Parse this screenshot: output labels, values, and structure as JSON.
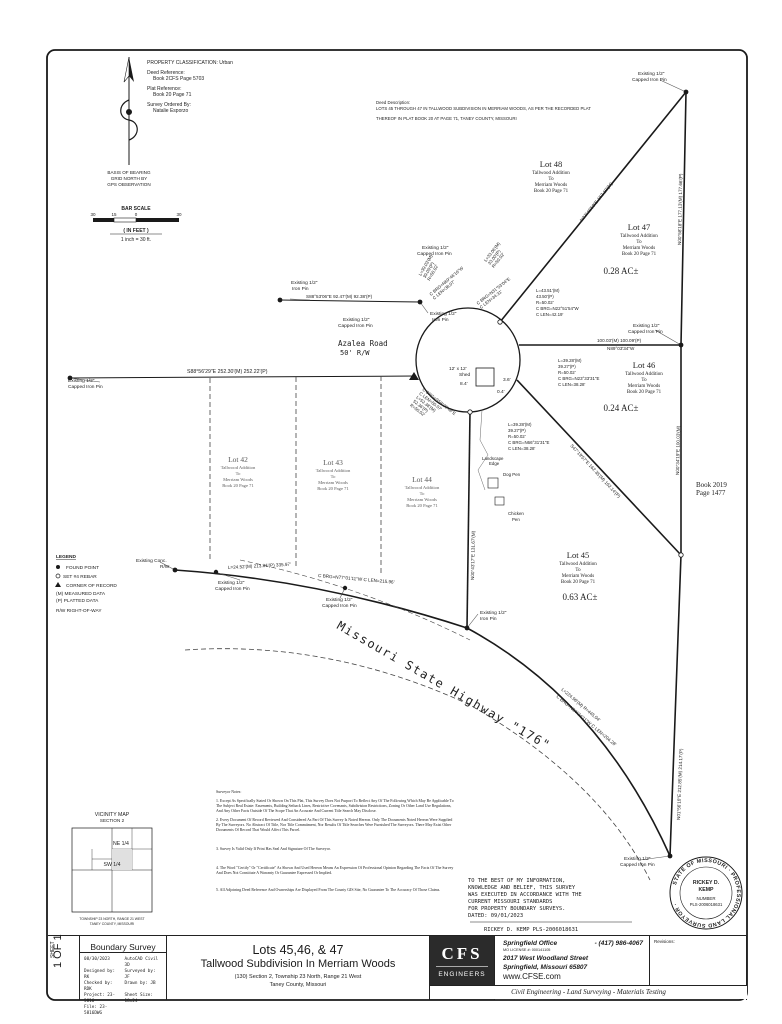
{
  "header": {
    "property_classification": "PROPERTY CLASSIFICATION:  Urban",
    "deed_reference_label": "Deed Reference:",
    "deed_reference": "Book 2CFS Page 5703",
    "plat_reference_label": "Plat Reference:",
    "plat_reference": "Book 20 Page 71",
    "survey_ordered_label": "Survey Ordered By:",
    "survey_ordered_by": "Natalie Esporzo"
  },
  "deed_description": {
    "label": "Deed Description:",
    "line1": "LOTS 45 THROUGH 47 IN TALLWOOD SUBDIVISION IN MERRIAM WOODS, AS PER THE RECORDED PLAT",
    "line2": "THEREOF IN PLAT BOOK 20 AT PAGE 71, TANEY COUNTY, MISSOURI"
  },
  "basis_of_bearing": [
    "BASIS OF BEARING",
    "GRID NORTH BY",
    "GPS OBSERVATION"
  ],
  "bar_scale": {
    "title": "BAR SCALE",
    "ticks": [
      "30",
      "15",
      "0",
      "30"
    ],
    "units": "( IN FEET )",
    "ratio": "1 inch = 30  ft."
  },
  "road": {
    "name": "Azalea  Road",
    "width": "50' R/W"
  },
  "highway": "Missouri State Highway \"176\"",
  "book_ref": [
    "Book 2019",
    "Page 1477"
  ],
  "lots": [
    {
      "id": "lot48",
      "name": "Lot 48",
      "addition": "Tallwood Addition",
      "to": "To",
      "place": "Merriam Woods",
      "book": "Book 20 Page 71"
    },
    {
      "id": "lot47",
      "name": "Lot 47",
      "addition": "Tallwood Addition",
      "to": "To",
      "place": "Merriam Woods",
      "book": "Book 20 Page 71",
      "area": "0.28  AC±"
    },
    {
      "id": "lot46",
      "name": "Lot 46",
      "addition": "Tallwood Addition",
      "to": "To",
      "place": "Merriam Woods",
      "book": "Book 20 Page 71",
      "area": "0.24  AC±"
    },
    {
      "id": "lot45",
      "name": "Lot 45",
      "addition": "Tallwood Addition",
      "to": "To",
      "place": "Merriam Woods",
      "book": "Book 20 Page 71",
      "area": "0.63  AC±"
    },
    {
      "id": "lot42",
      "name": "Lot  42",
      "addition": "Tallwood Addition",
      "to": "To",
      "place": "Merriam Woods",
      "book": "Book 20 Page 71"
    },
    {
      "id": "lot43",
      "name": "Lot 43",
      "addition": "Tallwood Addition",
      "to": "To",
      "place": "Merriam Woods",
      "book": "Book 20 Page 71"
    },
    {
      "id": "lot44",
      "name": "Lot  44",
      "addition": "Tallwood Addition",
      "to": "To",
      "place": "Merriam Woods",
      "book": "Book 20 Page 71"
    }
  ],
  "pins": {
    "top_right": [
      "Existing 1/2\"",
      "Capped Iron Pin"
    ],
    "cul_top_left": [
      "Existing 1/2\"",
      "Capped Iron Pin"
    ],
    "road_nw": [
      "Existing 1/2\"",
      "Iron Pin"
    ],
    "road_nw2": [
      "Existing 1/2\"",
      "Capped Iron Pin"
    ],
    "road_ne": [
      "Existing 1/2\"",
      "Iron Pin"
    ],
    "right_mid": [
      "Existing 1/2\"",
      "Capped Iron Pin"
    ],
    "road_west": [
      "Existing 1/2\"",
      "Capped Iron Pin"
    ],
    "conc_row": [
      "Existing Conc.",
      "R/W"
    ],
    "hwy_w": [
      "Existing 1/2\"",
      "Capped Iron Pin"
    ],
    "hwy_mid": [
      "Existing 1/2\"",
      "Capped Iron Pin"
    ],
    "hwy_center": [
      "Existing 1/2\"",
      "Iron Pin"
    ],
    "bottom_right": [
      "Existing 1/2\"",
      "Capped Iron Pin"
    ]
  },
  "courses": {
    "road_north": "S88°53'06\"E   92.47'(M)  92.38'(P)",
    "road_south": "S88°56'29\"E   252.30'(M)   252.22'(P)",
    "lot_line_48_47": "N37°46'59\"E  152.19'(M)",
    "east_line_top": "N00°58'18\"E  177.13'(M)  177.66'(P)",
    "lot_line_47_46": "100.03'(M)  100.09'(P)",
    "lot_line_47_46b": "N89°03'34\"W",
    "east_line_mid": "N00°34'19\"E  100.03'(M)",
    "lot_line_46_45": "S47°19'57\"E  162.35'(M)  162.14'(P)",
    "west_line_45": "N00°43'17\"E  131.67'(M)",
    "east_line_bottom": "N01°56'10\"E  212.85'(M)  214.17'(P)",
    "highway_front_w": "L=24.52'(M)  213.81'(P)  335.97'",
    "highway_front_w2": "C BRG=N77°01'11\"W  C LEN=215.96'",
    "highway_front_e": "L=224.96'(M)   R=445.04'",
    "highway_front_e2": "C BRG=N64°24'11\"W  C LEN=204.28'"
  },
  "curves": {
    "c1": [
      "L=39.03'(M)",
      "39.09'(P)",
      "R=50.02'",
      "C BRG=N69°46'16\"W",
      "C LEN=38.07'"
    ],
    "c2": [
      "L=33.06'(M)",
      "33.00'(P)",
      "R=50.02'",
      "C BRG=N31°53'04\"E",
      "C LEN=34.31'"
    ],
    "c3": [
      "L=43.51'(M)",
      "43.50'(P)",
      "R=50.02'",
      "C BRG=N22°51'54\"W",
      "C LEN=42.19'"
    ],
    "c4": [
      "L=39.28'(M)",
      "39.27'(P)",
      "R=50.02'",
      "C BRG=N23°33'31\"E",
      "C LEN=38.28'"
    ],
    "c5": [
      "L=39.28'(M)",
      "39.27'(P)",
      "R=50.02'",
      "C BRG=N66°31'31\"E",
      "C LEN=38.28'"
    ],
    "c6": [
      "C BRG=S58°29'48\"E",
      "C LEN=50.07'",
      "L=52.38'(M)",
      "52.36'(P)",
      "R=50.02'"
    ]
  },
  "features": {
    "shed": [
      "12' x 12'",
      "Shed"
    ],
    "shed_dim1": "8.4'",
    "shed_dim2": "3.6'",
    "shed_dim3": "0.4'",
    "landscape": [
      "Landscape",
      "Edge"
    ],
    "dog_pen": "Dog Pen",
    "chicken_pen": [
      "Chicken",
      "Pen"
    ]
  },
  "legend": {
    "title": "LEGEND",
    "items": [
      "FOUND POINT",
      "SET #4 REBAR",
      "CORNER OF RECORD",
      "(M) MEASURED DATA",
      "(P) PLATTED DATA",
      "R/W  RIGHT-OF-WAY"
    ]
  },
  "vicinity": {
    "title": "VICINITY MAP",
    "section": "SECTION 2",
    "ne": "NE 1/4",
    "sw": "SW 1/4",
    "caption1": "TOWNSHIP 23 NORTH, RANGE 21 WEST",
    "caption2": "TANEY COUNTY, MISSOURI"
  },
  "notes": {
    "title": "Surveyor Notes:",
    "n1": "1. Except As Specifically Stated Or Shown On This Plat, This Survey Does Not Purport To Reflect Any Of The Following Which May Be Applicable To The Subject Real Estate: Easements, Building Setback Lines, Restrictive Covenants, Subdivision Restrictions, Zoning Or Other Land Use Regulations, And Any Other Facts Outside Of The Scope That An Accurate And Current Title Search May Disclose.",
    "n2": "2. Every Document Of Record Reviewed And Considered As Part Of This Survey Is Noted Hereon. Only The Documents Noted Hereon Were Supplied By The Surveyors. No Abstract Of Title, Nor Title Commitment, Nor Results Of Title Searches Were Furnished The Surveyors. There May Exist Other Documents Of Record That Would Affect This Parcel.",
    "n3": "3. Survey Is Valid Only If Print Has Seal And Signature Of The Surveyor.",
    "n4": "4. The Word \"Certify\" Or \"Certificate\" As Shown And Used Hereon Means An Expression Of Professional Opinion Regarding The Facts Of The Survey And Does Not Constitute A Warranty Or Guarantee Expressed Or Implied.",
    "n5": "5. All Adjoining Deed Reference And Ownerships Are Displayed From The County GIS Site, No Guarantee To The Accuracy Of Those Claims."
  },
  "certification": {
    "lines": [
      "TO THE BEST OF MY INFORMATION,",
      "KNOWLEDGE AND BELIEF, THIS SURVEY",
      "WAS EXECUTED IN ACCORDANCE WITH THE",
      "CURRENT MISSOURI STANDARDS",
      "FOR PROPERTY BOUNDARY SURVEYS.",
      "DATED: 09/01/2023"
    ],
    "signature": "RICKEY D. KEMP  PLS-2006018631"
  },
  "seal": {
    "ring": "STATE OF MISSOURI · PROFESSIONAL LAND SURVEYOR ·",
    "name1": "RICKEY D.",
    "name2": "KEMP",
    "number_label": "NUMBER",
    "number": "PLS-2006018631"
  },
  "title_block": {
    "sheet_label": "SHEET",
    "sheet": "1 OF 1",
    "kind": "Boundary Survey",
    "rows": [
      "08/30/2023",
      "AutoCAD Civil 3D",
      "Designed by: RK",
      "Surveyed by: JF",
      "Checked by: RDK",
      "Drawn by: JB",
      "Project: 23-5816",
      "Sheet Size: 18x24",
      "File: 23-5816DWG",
      ""
    ],
    "title1": "Lots 45,46, & 47",
    "title2": "Tallwood Subdivision In Merriam Woods",
    "title3": "(130) Section 2, Township 23 North, Range 21 West",
    "title4": "Taney County, Missouri",
    "logo1": "CFS",
    "logo2": "ENGINEERS",
    "office_label": "Springfield Office",
    "office_phone": "- (417) 986-4067",
    "office_license": "MO LICENSE #: 000141105",
    "office_addr1": "2017 West Woodland Street",
    "office_addr2": "Springfield, Missouri 65807",
    "web": "www.CFSE.com",
    "revisions": "Revisions:",
    "banner": "Civil Engineering - Land Surveying - Materials Testing"
  }
}
